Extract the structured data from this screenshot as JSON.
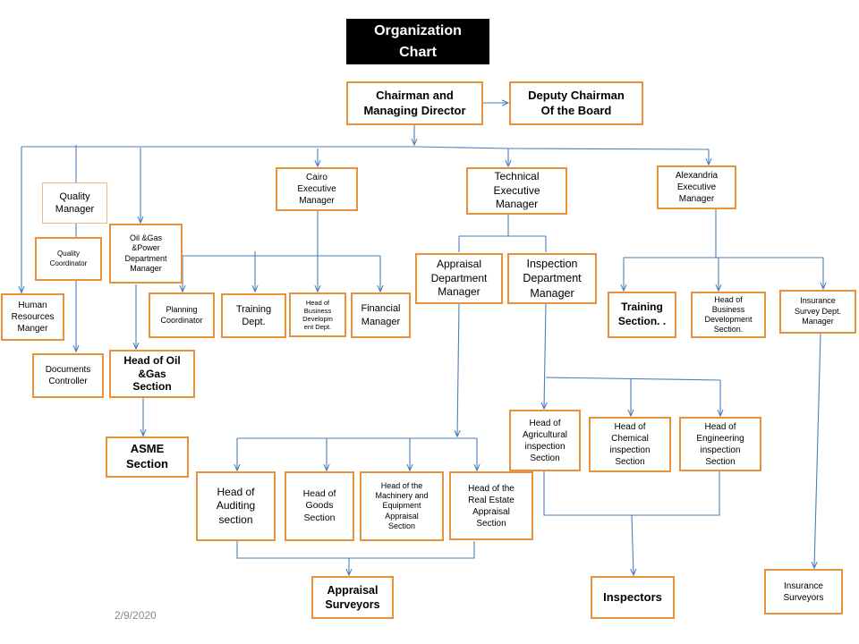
{
  "title": "Organization\nChart",
  "date": "2/9/2020",
  "colors": {
    "box_border": "#e8913a",
    "connector": "#4a7ebb",
    "title_bg": "#000000"
  },
  "boxes": {
    "chairman": "Chairman and\nManaging Director",
    "deputy": "Deputy Chairman\nOf the Board",
    "quality_manager": "Quality\nManager",
    "quality_coordinator": "Quality\nCoordinator",
    "hr_manager": "Human\nResources\nManger",
    "documents_controller": "Documents\nController",
    "oilgas_manager": "Oil &Gas\n&Power\nDepartment\nManager",
    "head_oilgas": "Head of  Oil\n&Gas\nSection",
    "asme": "ASME\nSection",
    "cairo_exec": "Cairo\nExecutive\nManager",
    "planning_coordinator": "Planning\nCoordinator",
    "training_dept": "Training\nDept.",
    "head_bizdev_dept": "Head of\nBusiness\nDevelopm\nent Dept.",
    "financial_manager": "Financial\nManager",
    "technical_exec": "Technical\nExecutive\nManager",
    "appraisal_manager": "Appraisal\nDepartment\nManager",
    "inspection_manager": "Inspection\nDepartment\nManager",
    "alex_exec": "Alexandria\nExecutive\nManager",
    "training_section": "Training\nSection. .",
    "head_bizdev_section": "Head of\nBusiness\nDevelopment\nSection.",
    "insurance_survey_manager": "Insurance\nSurvey Dept.\nManager",
    "head_agri": "Head of\nAgricultural\ninspection\nSection",
    "head_chem": "Head of\nChemical\ninspection\nSection",
    "head_eng": "Head of\nEngineering\ninspection\nSection",
    "head_auditing": "Head of\nAuditing\nsection",
    "head_goods": "Head of\nGoods\nSection",
    "head_machinery": "Head of the\nMachinery and\nEquipment\nAppraisal\nSection",
    "head_realestate": "Head of the\nReal Estate\nAppraisal\nSection",
    "appraisal_surveyors": "Appraisal\nSurveyors",
    "inspectors": "Inspectors",
    "insurance_surveyors": "Insurance\nSurveyors"
  }
}
